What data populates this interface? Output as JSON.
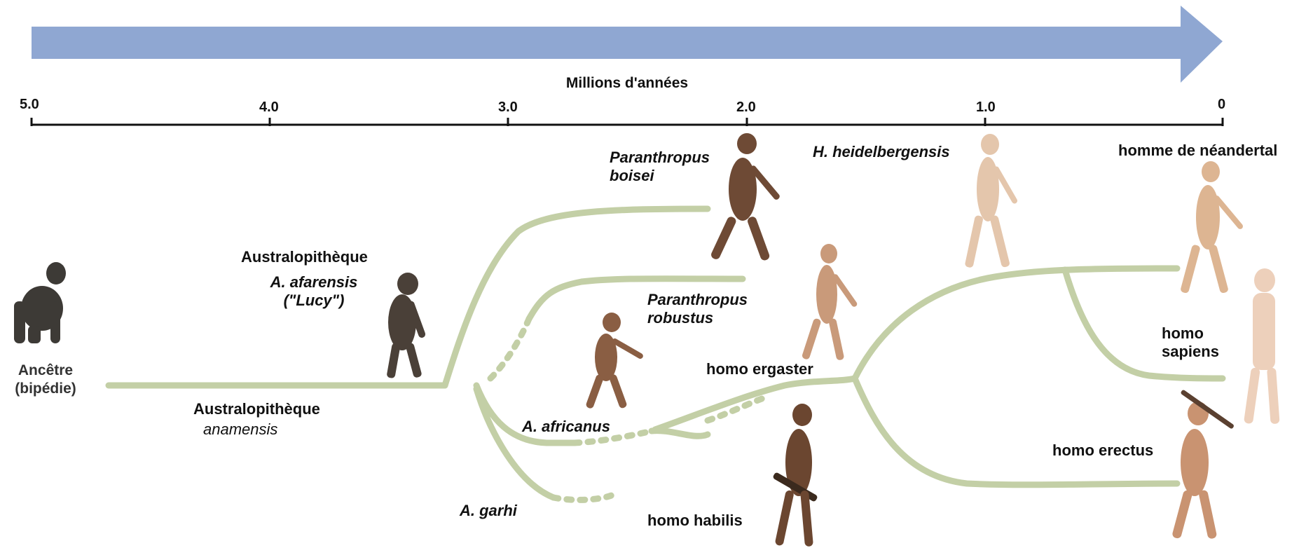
{
  "timeline": {
    "axis_title": "Millions d'années",
    "ticks": [
      "5.0",
      "4.0",
      "3.0",
      "2.0",
      "1.0",
      "0"
    ]
  },
  "labels": {
    "ancestor": [
      "Ancêtre",
      "(bipédie)"
    ],
    "australopitheque_title": "Australopithèque",
    "afarensis": [
      "A. afarensis",
      "(\"Lucy\")"
    ],
    "anamensis_title": "Australopithèque",
    "anamensis": "anamensis",
    "paranthropus_boisei": [
      "Paranthropus",
      "boisei"
    ],
    "paranthropus_robustus": [
      "Paranthropus",
      "robustus"
    ],
    "africanus": "A. africanus",
    "garhi": "A. garhi",
    "habilis": "homo habilis",
    "ergaster": "homo ergaster",
    "heidelbergensis": "H. heidelbergensis",
    "neandertal": "homme de néandertal",
    "sapiens": [
      "homo",
      "sapiens"
    ],
    "erectus": "homo erectus"
  },
  "colors": {
    "arrow": "#8fa7d2",
    "branch": "#c3cfa6",
    "axis": "#111111"
  }
}
